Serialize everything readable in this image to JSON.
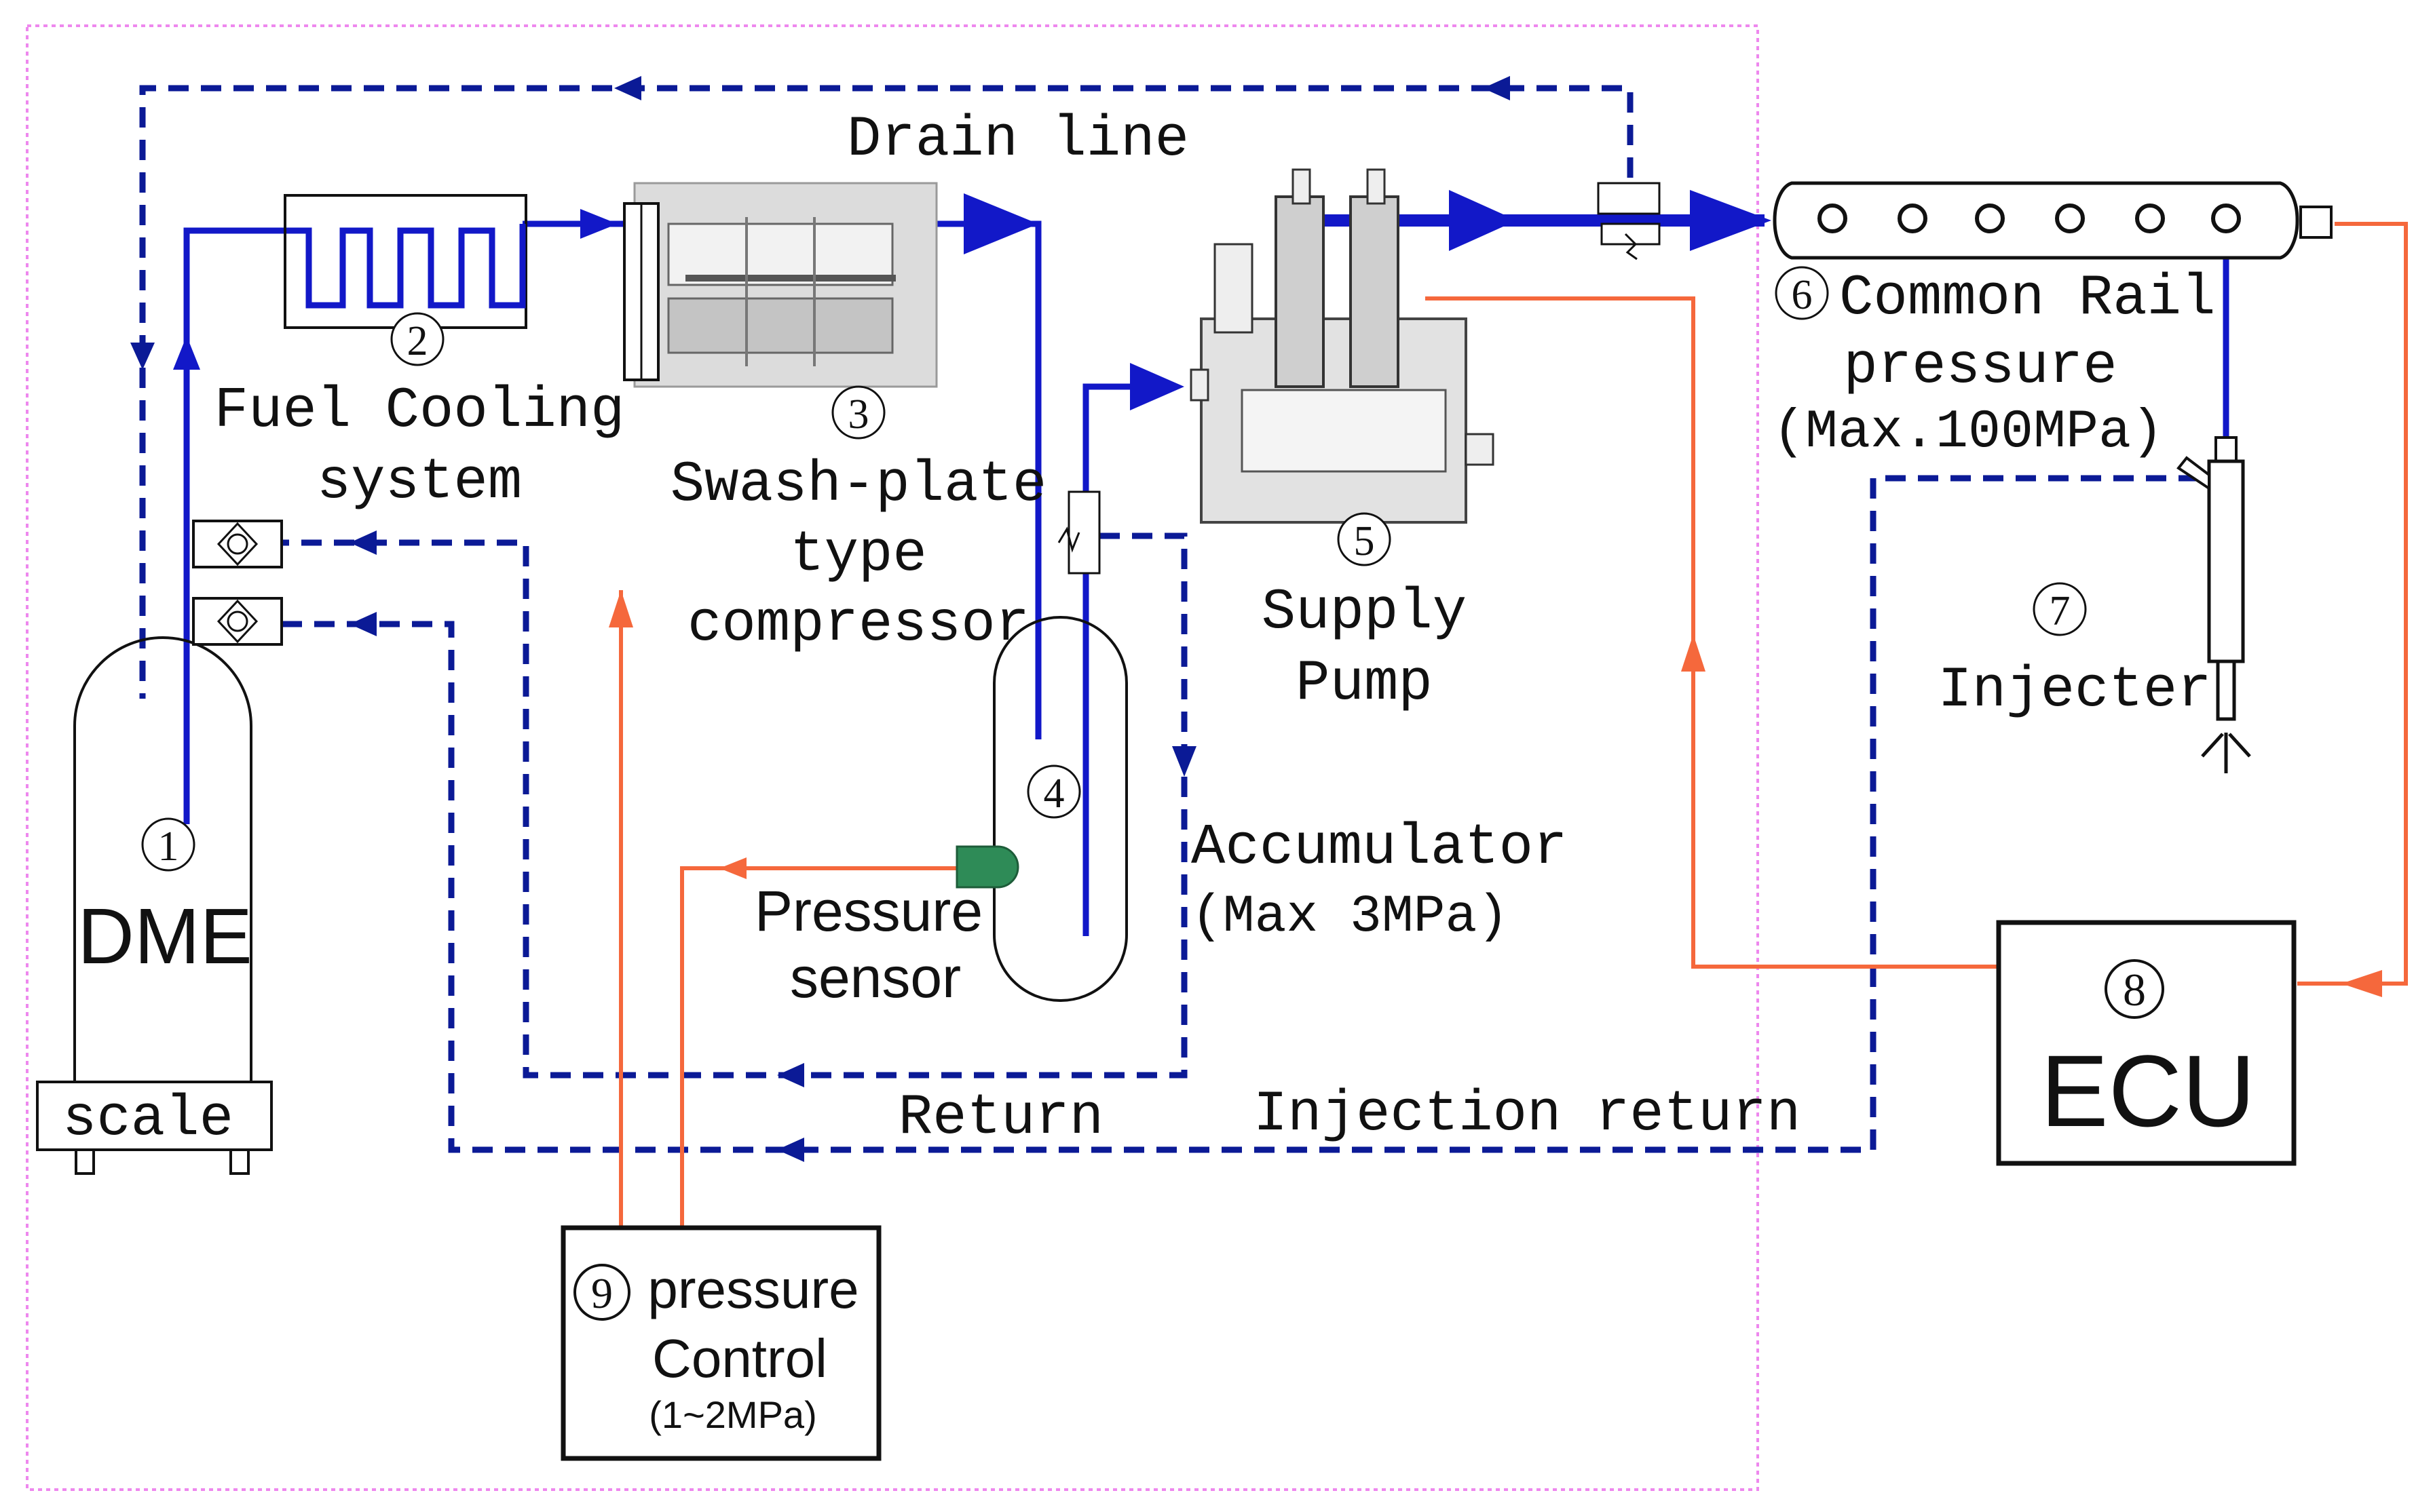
{
  "colors": {
    "fuel_line": "#1218c8",
    "return_line": "#0b1a96",
    "signal_line": "#f5683c",
    "outline": "#111111",
    "border": "#ee88ee",
    "sensor": "#2e8b57"
  },
  "components": {
    "dme": {
      "num": "1",
      "label": "DME",
      "base": "scale"
    },
    "cooling": {
      "num": "2",
      "line1": "Fuel Cooling",
      "line2": "system"
    },
    "compressor": {
      "num": "3",
      "line1": "Swash-plate",
      "line2": "type",
      "line3": "compressor"
    },
    "accumulator": {
      "num": "4",
      "line1": "Accumulator",
      "line2": "(Max 3MPa)"
    },
    "supply_pump": {
      "num": "5",
      "line1": "Supply",
      "line2": "Pump"
    },
    "common_rail": {
      "num": "6",
      "line1": "Common Rail",
      "line2": "pressure",
      "line3": "(Max.100MPa)"
    },
    "injector": {
      "num": "7",
      "label": "Injecter"
    },
    "ecu": {
      "num": "8",
      "label": "ECU"
    },
    "pressure_control": {
      "num": "9",
      "line1": "pressure",
      "line2": "Control",
      "line3": "(1~2MPa)"
    },
    "pressure_sensor": {
      "line1": "Pressure",
      "line2": "sensor"
    }
  },
  "lines": {
    "drain": "Drain line",
    "return": "Return",
    "injection_return": "Injection return"
  }
}
